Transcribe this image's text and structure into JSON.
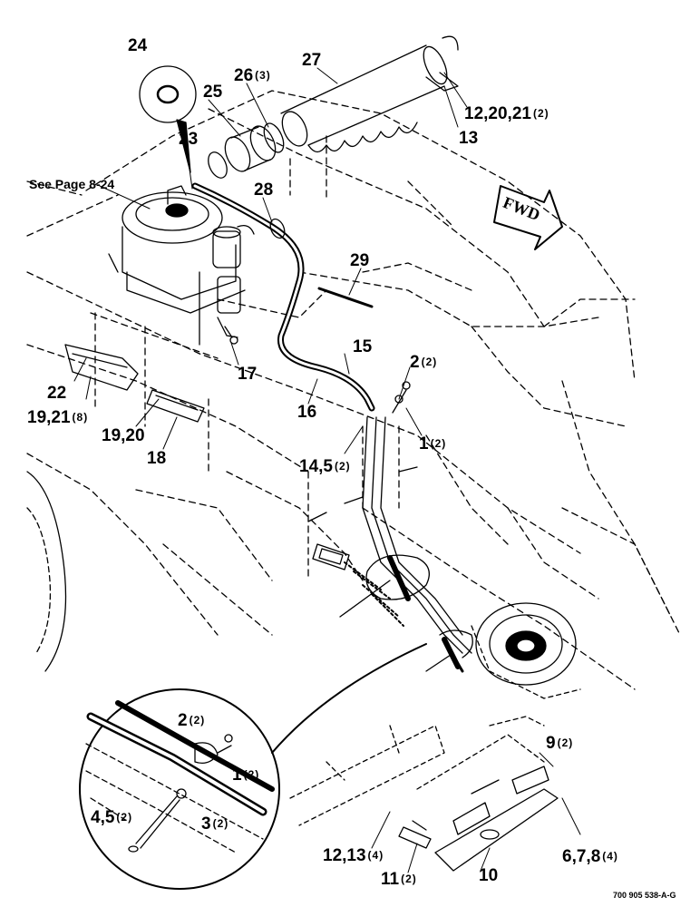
{
  "drawing": {
    "see_page_note": "See Page 8-24",
    "direction_label": "FWD",
    "drawing_number": "700 905 538-A-G"
  },
  "callouts": {
    "c24": {
      "num": "24",
      "qty": ""
    },
    "c25": {
      "num": "25",
      "qty": ""
    },
    "c26": {
      "num": "26",
      "qty": "(3)"
    },
    "c27": {
      "num": "27",
      "qty": ""
    },
    "c12_20_21": {
      "num": "12,20,21",
      "qty": "(2)"
    },
    "c13": {
      "num": "13",
      "qty": ""
    },
    "c23": {
      "num": "23",
      "qty": ""
    },
    "c28": {
      "num": "28",
      "qty": ""
    },
    "c29": {
      "num": "29",
      "qty": ""
    },
    "c15": {
      "num": "15",
      "qty": ""
    },
    "c2": {
      "num": "2",
      "qty": "(2)"
    },
    "c17": {
      "num": "17",
      "qty": ""
    },
    "c22": {
      "num": "22",
      "qty": ""
    },
    "c19_21": {
      "num": "19,21",
      "qty": "(8)"
    },
    "c16": {
      "num": "16",
      "qty": ""
    },
    "c1": {
      "num": "1",
      "qty": "(2)"
    },
    "c19_20": {
      "num": "19,20",
      "qty": ""
    },
    "c18": {
      "num": "18",
      "qty": ""
    },
    "c14_5": {
      "num": "14,5",
      "qty": "(2)"
    },
    "d2": {
      "num": "2",
      "qty": "(2)"
    },
    "d1": {
      "num": "1",
      "qty": "(2)"
    },
    "d4_5": {
      "num": "4,5",
      "qty": "(2)"
    },
    "d3": {
      "num": "3",
      "qty": "(2)"
    },
    "c9": {
      "num": "9",
      "qty": "(2)"
    },
    "c12_13": {
      "num": "12,13",
      "qty": "(4)"
    },
    "c11": {
      "num": "11",
      "qty": "(2)"
    },
    "c10": {
      "num": "10",
      "qty": ""
    },
    "c6_7_8": {
      "num": "6,7,8",
      "qty": "(4)"
    }
  }
}
